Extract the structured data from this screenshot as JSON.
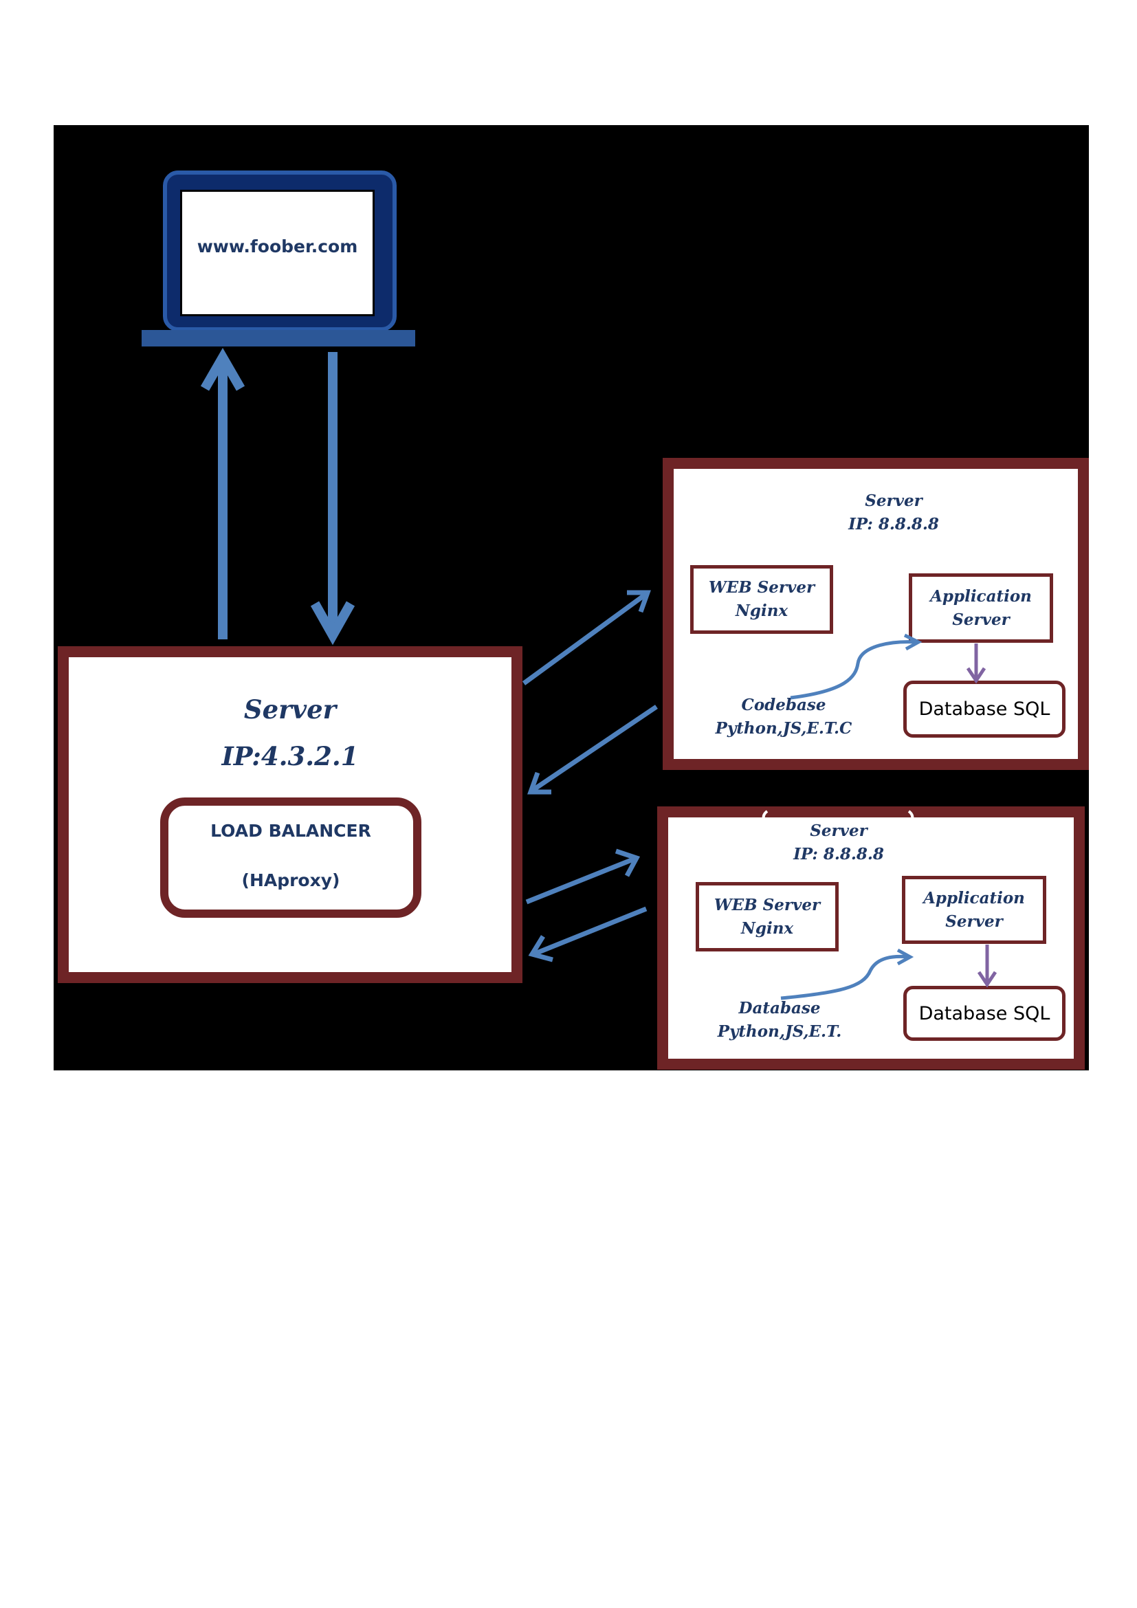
{
  "laptop": {
    "url": "www.foober.com"
  },
  "load_balancer_server": {
    "title": "Server",
    "ip": "IP:4.3.2.1",
    "lb_label": "LOAD BALANCER",
    "lb_sub": "(HAproxy)"
  },
  "server1": {
    "title": "Server",
    "ip": "IP: 8.8.8.8",
    "web_line1": "WEB Server",
    "web_line2": "Nginx",
    "app_line1": "Application",
    "app_line2": "Server",
    "code_line1": "Codebase",
    "code_line2": "Python,JS,E.T.C",
    "db_label": "Database SQL"
  },
  "server2": {
    "title": "Server",
    "ip": "IP: 8.8.8.8",
    "web_line1": "WEB Server",
    "web_line2": "Nginx",
    "app_line1": "Application",
    "app_line2": "Server",
    "code_line1": "Database",
    "code_line2": "Python,JS,E.T.",
    "db_label": "Database SQL"
  },
  "colors": {
    "panel": "#000000",
    "box_border": "#6e2426",
    "arrow_blue": "#4f81bd",
    "arrow_purple": "#8064a2",
    "text_navy": "#1f3864"
  }
}
